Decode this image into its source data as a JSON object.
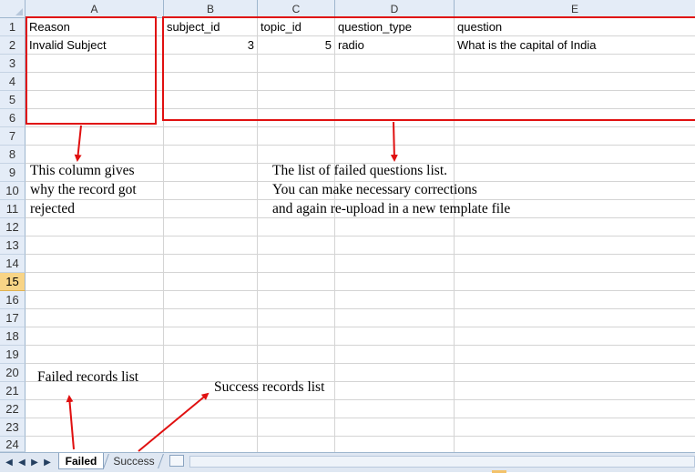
{
  "columns": [
    "A",
    "B",
    "C",
    "D",
    "E"
  ],
  "rows": [
    "1",
    "2",
    "3",
    "4",
    "5",
    "6",
    "7",
    "8",
    "9",
    "10",
    "11",
    "12",
    "13",
    "14",
    "15",
    "16",
    "17",
    "18",
    "19",
    "20",
    "21",
    "22",
    "23",
    "24"
  ],
  "active_row": "15",
  "cells": {
    "A1": "Reason",
    "B1": "subject_id",
    "C1": "topic_id",
    "D1": "question_type",
    "E1": "question",
    "A2": "Invalid Subject",
    "B2": "3",
    "C2": "5",
    "D2": "radio",
    "E2": "What is the capital of India"
  },
  "annotations": {
    "reason_note": [
      "This column gives",
      "why the record got",
      "rejected"
    ],
    "failed_list_note": [
      "The list of failed questions list.",
      "You can make necessary corrections",
      "and again re-upload in a new template file"
    ],
    "failed_tab_note": "Failed records list",
    "success_tab_note": "Success records list"
  },
  "sheet_tabs": [
    {
      "label": "Failed",
      "active": true
    },
    {
      "label": "Success",
      "active": false
    }
  ],
  "colors": {
    "annotation_red": "#e01010",
    "header_bg": "#e4ecf7",
    "active_row_header": "#f8d486"
  }
}
